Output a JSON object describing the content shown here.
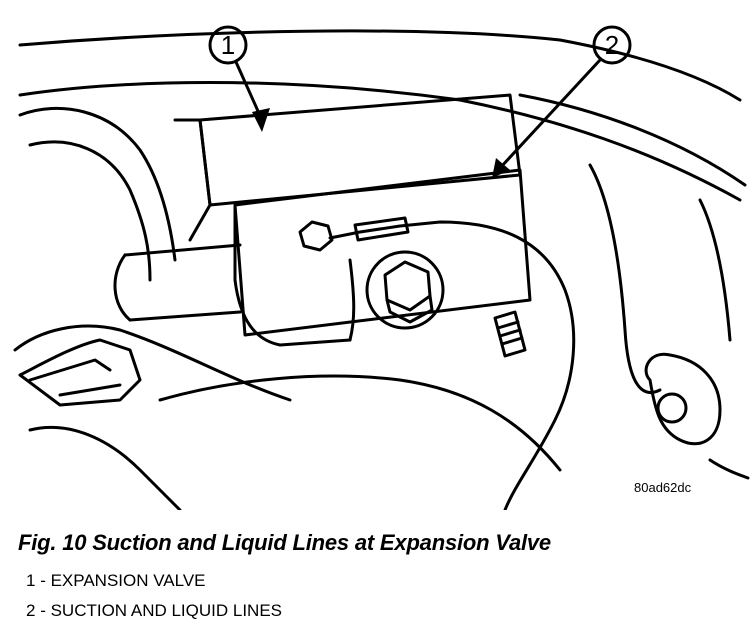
{
  "callouts": [
    "1",
    "2"
  ],
  "figure_code": "80ad62dc",
  "caption": "Fig. 10 Suction and Liquid Lines at Expansion Valve",
  "legend": [
    {
      "number": "1",
      "label": "EXPANSION VALVE"
    },
    {
      "number": "2",
      "label": "SUCTION AND LIQUID LINES"
    }
  ]
}
